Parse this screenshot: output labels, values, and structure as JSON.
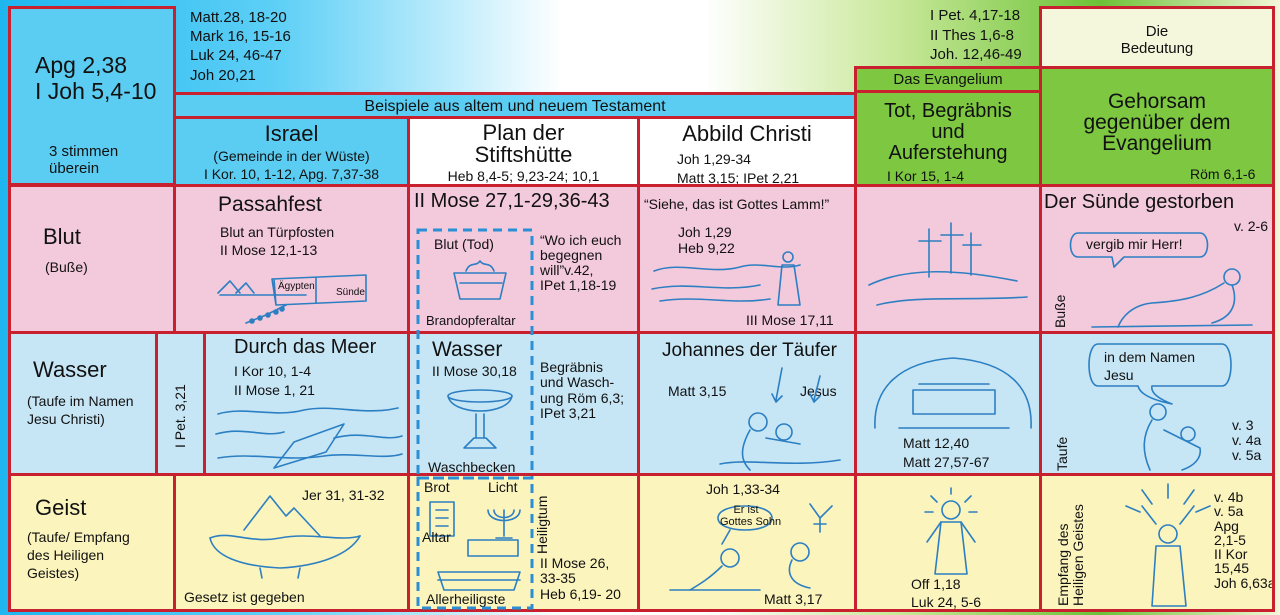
{
  "top_left": {
    "ref_main": "Apg 2,38\nI Joh 5,4-10",
    "agree": "3 stimmen\nüberein"
  },
  "top_refs": {
    "left": "Matt.28, 18-20\nMark 16, 15-16\nLuk 24, 46-47\nJoh 20,21",
    "right": "I Pet. 4,17-18\nII Thes 1,6-8\nJoh. 12,46-49"
  },
  "headers": {
    "examples": "Beispiele aus altem und neuem Testament",
    "evangelium": "Das Evangelium",
    "bedeutung": "Die\nBedeutung",
    "israel_title": "Israel",
    "israel_sub": "(Gemeinde in der Wüste)",
    "israel_ref": "I Kor. 10, 1-12, Apg. 7,37-38",
    "stifts_title": "Plan der\nStiftshütte",
    "stifts_ref": "Heb 8,4-5; 9,23-24; 10,1",
    "abbild_title": "Abbild Christi",
    "abbild_ref": "Joh 1,29-34\nMatt 3,15; IPet 2,21",
    "tot_title": "Tot, Begräbnis\nund\nAuferstehung",
    "tot_ref": "I Kor 15, 1-4",
    "gehorsam_title": "Gehorsam\ngegenüber dem\nEvangelium",
    "gehorsam_ref": "Röm 6,1-6"
  },
  "rows": {
    "blut": {
      "label": "Blut",
      "sub": "(Buße)",
      "passah_title": "Passahfest",
      "passah_text": "Blut an Türpfosten\nII Mose 12,1-13",
      "aegypten": "Ägypten",
      "suende": "Sünde",
      "mose_title": "II Mose 27,1-29,36-43",
      "blut_tod": "Blut (Tod)",
      "brandopfer": "Brandopferaltar",
      "quote": "“Wo ich euch\nbegegnen\nwill”v.42,\nIPet 1,18-19",
      "lamm_quote": "“Siehe, das ist  Gottes Lamm!”",
      "lamm_ref": "Joh 1,29\nHeb 9,22",
      "mose_17": "III Mose 17,11",
      "suende_title": "Der Sünde gestorben",
      "v26": "v. 2-6",
      "vergib": "vergib mir Herr!",
      "busse_v": "Buße"
    },
    "wasser": {
      "label": "Wasser",
      "sub": "(Taufe im Namen\nJesu Christi)",
      "pet": "I Pet. 3,21",
      "meer_title": "Durch das Meer",
      "meer_ref": "I Kor 10, 1-4\nII Mose 1, 21",
      "wasser_title": "Wasser",
      "wasser_ref": "II Mose 30,18",
      "begraebnis": "Begräbnis\nund Wasch-\nung Röm 6,3;\nIPet 3,21",
      "waschbecken": "Waschbecken",
      "taeufer_title": "Johannes der Täufer",
      "matt315": "Matt 3,15",
      "jesus": "Jesus",
      "matt_refs": "Matt 12,40\nMatt 27,57-67",
      "namen": "in dem Namen\nJesu",
      "v3": "v. 3\nv. 4a\nv. 5a",
      "taufe_v": "Taufe"
    },
    "geist": {
      "label": "Geist",
      "sub": "(Taufe/ Empfang\ndes Heiligen\nGeistes)",
      "jer": "Jer 31, 31-32",
      "gesetz": "Gesetz ist gegeben",
      "brot": "Brot",
      "licht": "Licht",
      "altar": "Altar",
      "heiligtum": "Heiligtum",
      "allerheiligste": "Allerheiligste",
      "mose26": "II Mose 26,\n33-35\nHeb 6,19- 20",
      "joh133": "Joh 1,33-34",
      "gottes_sohn": "Er ist\nGottes Sohn",
      "matt317": "Matt 3,17",
      "off": "Off 1,18\nLuk 24, 5-6",
      "empfang_v": "Empfang des\nHeiligen Geistes",
      "v4b": "v. 4b\nv. 5a\nApg\n2,1-5\nII Kor\n15,45\nJoh 6,63a"
    }
  },
  "colors": {
    "border": "#c8202e",
    "pink": "#f3c9dc",
    "blue": "#c6e6f6",
    "yellow": "#fbf4bd",
    "sketch": "#2c7fc2",
    "green": "#7dc741",
    "cyan": "#5bcdf3"
  }
}
